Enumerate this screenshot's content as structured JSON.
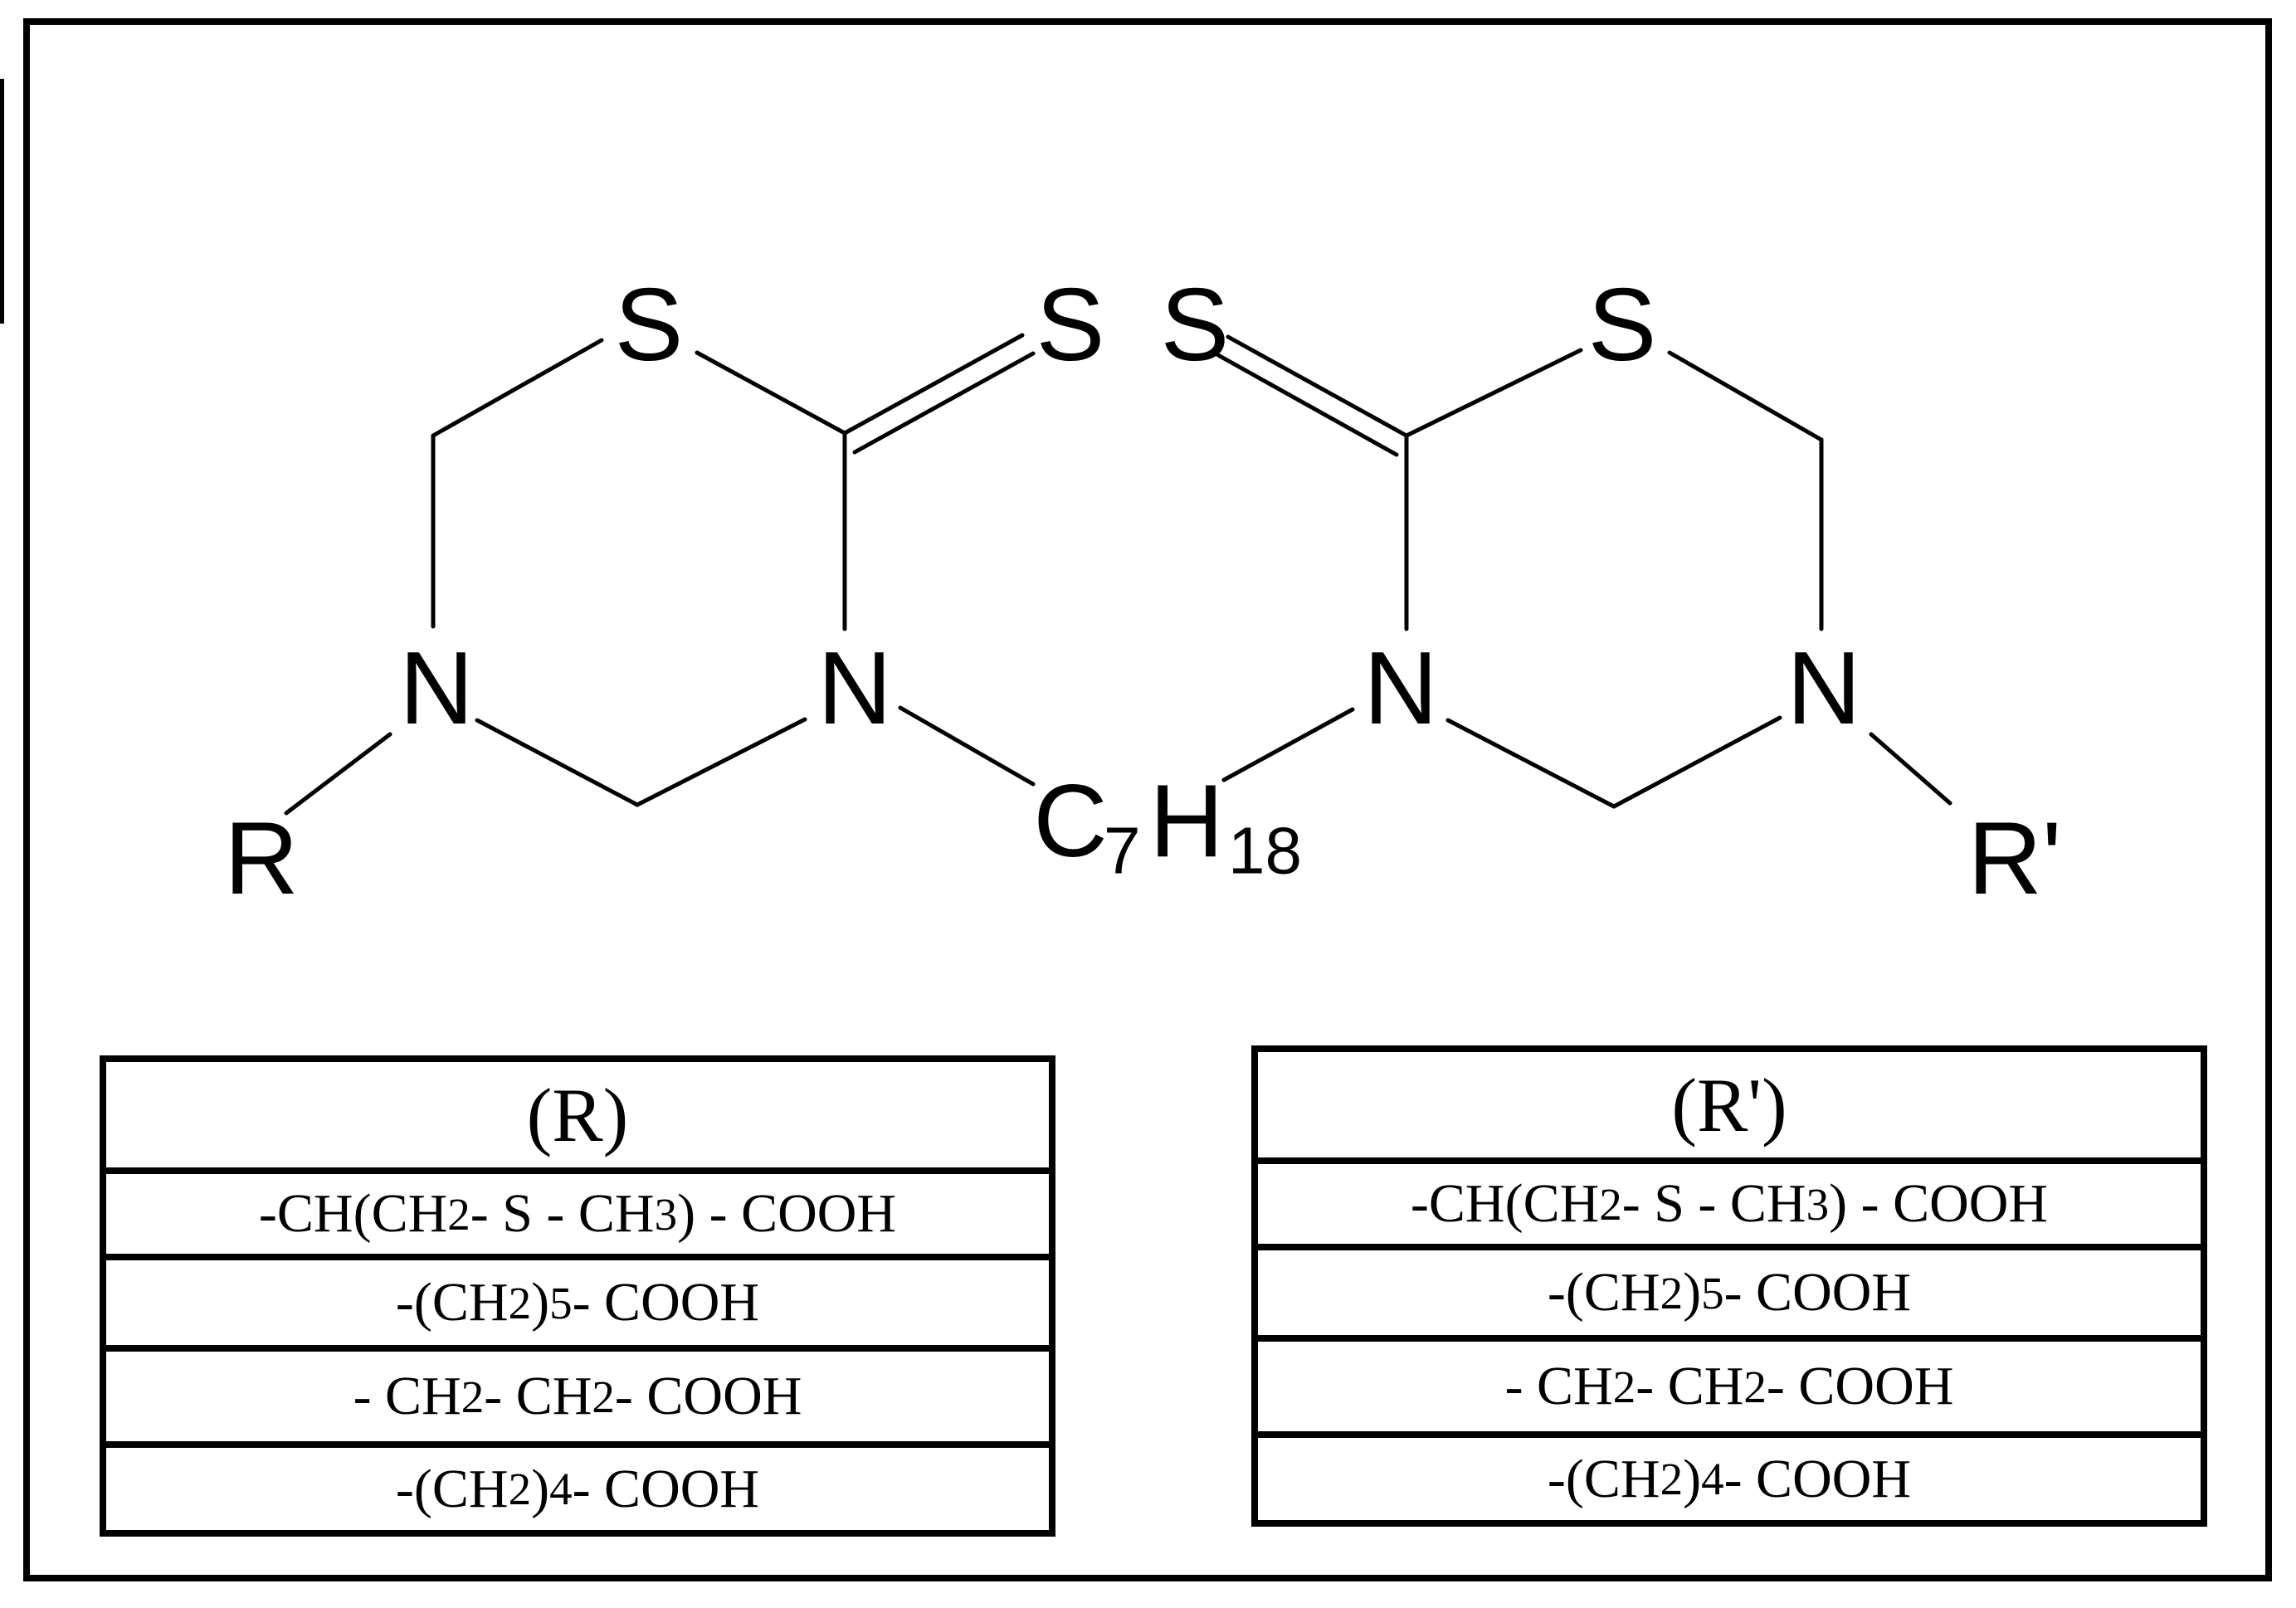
{
  "structure": {
    "left_ring": {
      "ring_sulfur": "S",
      "thione_sulfur": "S",
      "n_substituted": "N",
      "n_linked": "N",
      "substituent": "R"
    },
    "linker": {
      "carbon": "C",
      "carbon_count": "7",
      "hydrogen": "H",
      "hydrogen_count": "18"
    },
    "right_ring": {
      "ring_sulfur": "S",
      "thione_sulfur": "S",
      "n_substituted": "N",
      "n_linked": "N",
      "substituent": "R'"
    }
  },
  "table_r": {
    "header": "(R)",
    "rows": [
      [
        "-CH(CH",
        "2",
        " - S - CH",
        "3",
        " ) - COOH"
      ],
      [
        "-(CH",
        "2",
        ")",
        "5",
        " - COOH"
      ],
      [
        "- CH",
        "2",
        " - CH",
        "2",
        " - COOH"
      ],
      [
        "-(CH",
        "2",
        ")",
        "4",
        " - COOH"
      ]
    ]
  },
  "table_r_prime": {
    "header": "(R')",
    "rows": [
      [
        "-CH(CH",
        "2",
        " - S - CH",
        "3",
        " ) - COOH"
      ],
      [
        "-(CH",
        "2",
        ")",
        "5",
        " - COOH"
      ],
      [
        "- CH",
        "2",
        " - CH",
        "2",
        " - COOH"
      ],
      [
        "-(CH",
        "2",
        ")",
        "4",
        " - COOH"
      ]
    ]
  }
}
